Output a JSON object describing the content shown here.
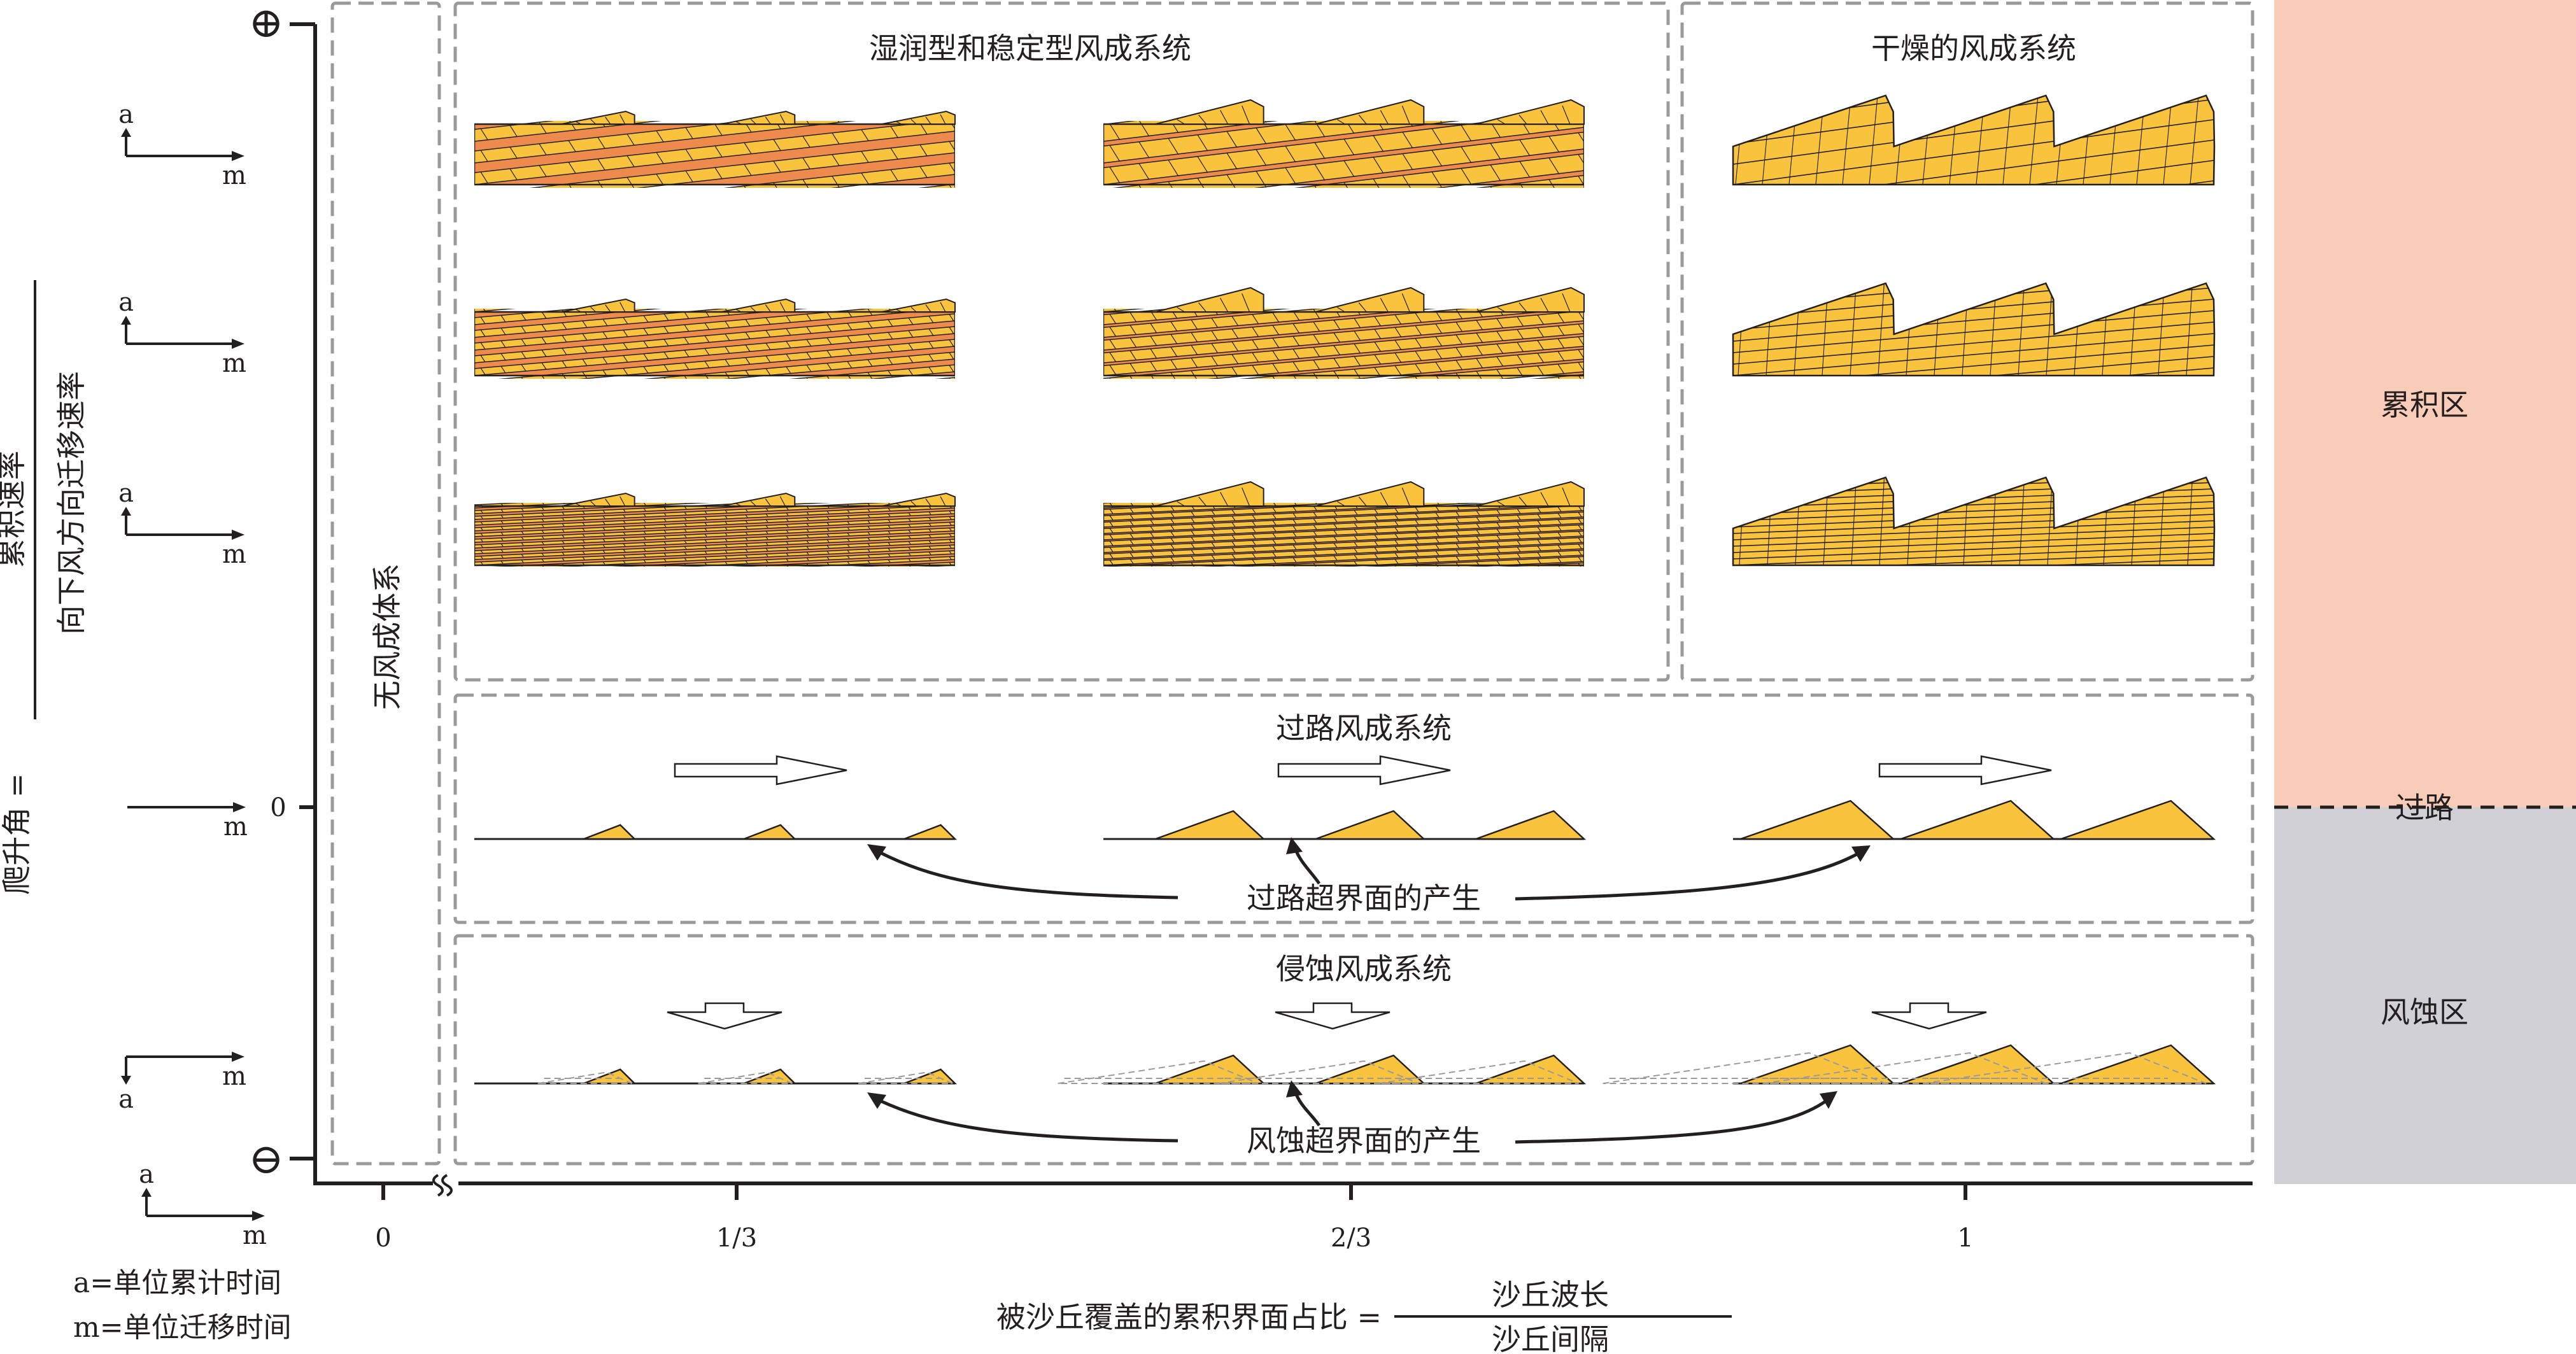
{
  "y_axis": {
    "symbol_top": "⊕",
    "symbol_bottom": "⊖",
    "lhs": "爬升角 =",
    "numerator": "累积速率",
    "denominator": "向下风方向迁移速率",
    "zero_label": "0"
  },
  "vector_label_a": "a",
  "vector_label_m": "m",
  "legend": {
    "a_def": "a=单位累计时间",
    "m_def": "m=单位迁移时间"
  },
  "x_axis": {
    "ticks": [
      "0",
      "1/3",
      "2/3",
      "1"
    ],
    "lhs": "被沙丘覆盖的累积界面占比 =",
    "numerator": "沙丘波长",
    "denominator": "沙丘间隔"
  },
  "panels": {
    "no_aeolian": "无风成体系",
    "wet_stable": "湿润型和稳定型风成系统",
    "dry": "干燥的风成系统",
    "bypass": "过路风成系统",
    "erosional": "侵蚀风成系统"
  },
  "annotations": {
    "bypass_surface": "过路超界面的产生",
    "erosion_surface": "风蚀超界面的产生"
  },
  "zones": {
    "accumulation": "累积区",
    "bypass": "过路",
    "erosion": "风蚀区"
  },
  "colors": {
    "sand_yellow": "#f9c33e",
    "interdune_orange": "#ee8a4c",
    "accumulation_zone": "#f9ccb8",
    "erosion_zone": "#d0d0d6",
    "panel_border": "#9a9a9a"
  }
}
